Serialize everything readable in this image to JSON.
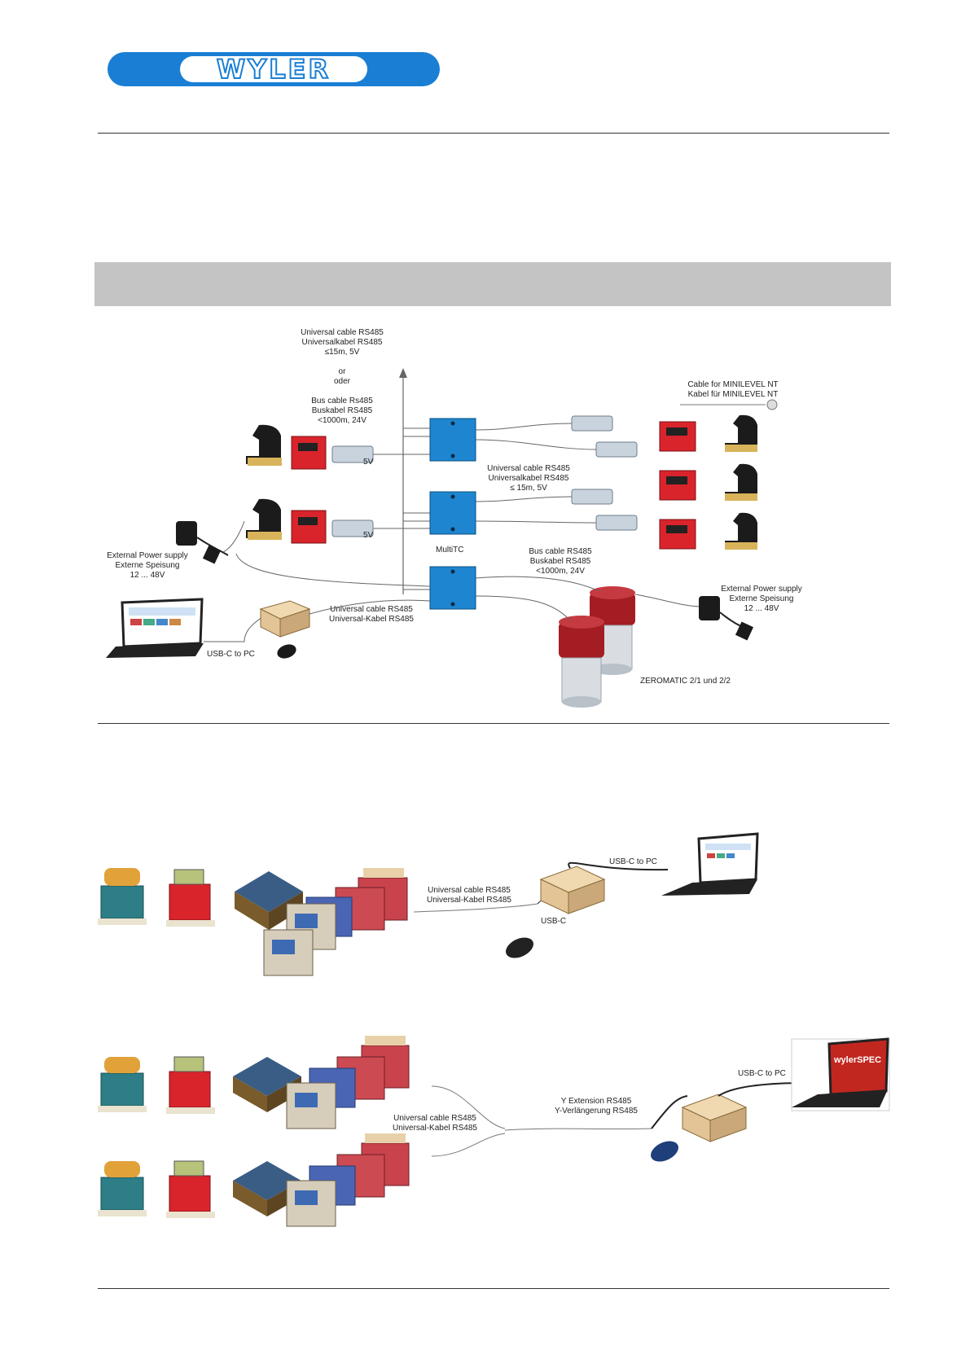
{
  "logo": {
    "text": "WYLER"
  },
  "diagram1": {
    "top_cable": {
      "lines": [
        "Universal cable RS485",
        "Universalkabel RS485",
        "≤15m, 5V",
        "",
        "or",
        "oder",
        "",
        "Bus cable Rs485",
        "Buskabel RS485",
        "<1000m, 24V"
      ]
    },
    "minilevel_cable": {
      "lines": [
        "Cable for MINILEVEL NT",
        "Kabel für MINILEVEL NT"
      ]
    },
    "sv_a": "5V",
    "sv_b": "5V",
    "universal_cable_right": {
      "lines": [
        "Universal cable RS485",
        "Universalkabel RS485",
        "≤ 15m, 5V"
      ]
    },
    "multitc": "MultiTC",
    "bus_cable": {
      "lines": [
        "Bus cable RS485",
        "Buskabel RS485",
        "<1000m, 24V"
      ]
    },
    "ext_power_left": {
      "lines": [
        "External Power supply",
        "Externe Speisung",
        "12 ... 48V"
      ]
    },
    "ext_power_right": {
      "lines": [
        "External Power supply",
        "Externe Speisung",
        "12 ... 48V"
      ]
    },
    "universal_cable_bottom": {
      "lines": [
        "Universal cable RS485",
        "Universal-Kabel RS485"
      ]
    },
    "usb_c_pc": "USB-C to PC",
    "zeromatic": "ZEROMATIC 2/1 und 2/2"
  },
  "diagram2": {
    "universal_cable": {
      "lines": [
        "Universal cable RS485",
        "Universal-Kabel RS485"
      ]
    },
    "usb_c_pc": "USB-C to PC",
    "usb_c": "USB-C"
  },
  "diagram3": {
    "usb_c_pc": "USB-C to PC",
    "y_extension": {
      "lines": [
        "Y Extension RS485",
        "Y-Verlängerung RS485"
      ]
    },
    "universal_cable": {
      "lines": [
        "Universal cable RS485",
        "Universal-Kabel RS485"
      ]
    },
    "screen_title": "wylerSPEC"
  },
  "colors": {
    "brand_blue": "#1a7fd4",
    "device_red": "#d9242b",
    "module_blue": "#1e86d0",
    "grey_bar": "#c4c4c4"
  }
}
